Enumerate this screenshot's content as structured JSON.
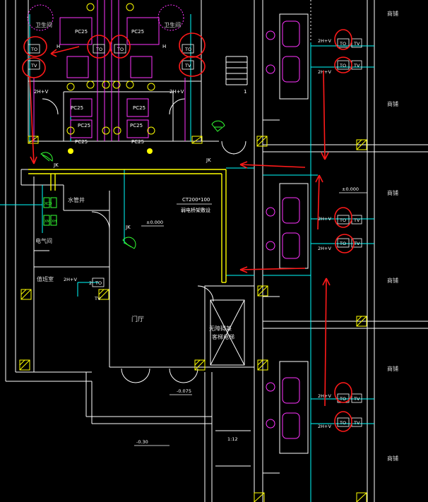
{
  "colors": {
    "background": "#000000",
    "wall": "#ffffff",
    "fixture": "#ff33ff",
    "cable": "#00ffff",
    "tray": "#ffff00",
    "annotation": "#ff1a1a",
    "column": "#ffff00",
    "symbol": "#33ff33",
    "room_text": "#d9d9d9"
  },
  "labels": {
    "shangpu": "商铺",
    "weisheng": "卫生间",
    "shuiguan": "水管井",
    "dianqi": "电气间",
    "zhiban": "值班室",
    "menting": "门厅",
    "elevator_l1": "无障碍兼",
    "elevator_l2": "客梯电梯",
    "tray_l1": "CT200*100",
    "tray_l2": "弱电桥架敷设",
    "jk": "JK",
    "pc25": "PC25",
    "h": "H",
    "twohv": "2H+V",
    "to": "TO",
    "tv": "TV",
    "two": "2",
    "level_0": "±0.000",
    "level_n0075": "-0.075",
    "level_n030": "-0.30",
    "ramp": "1:12",
    "panel_1": "XCO",
    "panel_2": "XM",
    "panel_3": "XH",
    "mark_1": "1"
  },
  "icons": {
    "column": "column-icon",
    "camera": "camera-icon",
    "outlet": "outlet-icon",
    "lamp": "lamp-icon"
  }
}
